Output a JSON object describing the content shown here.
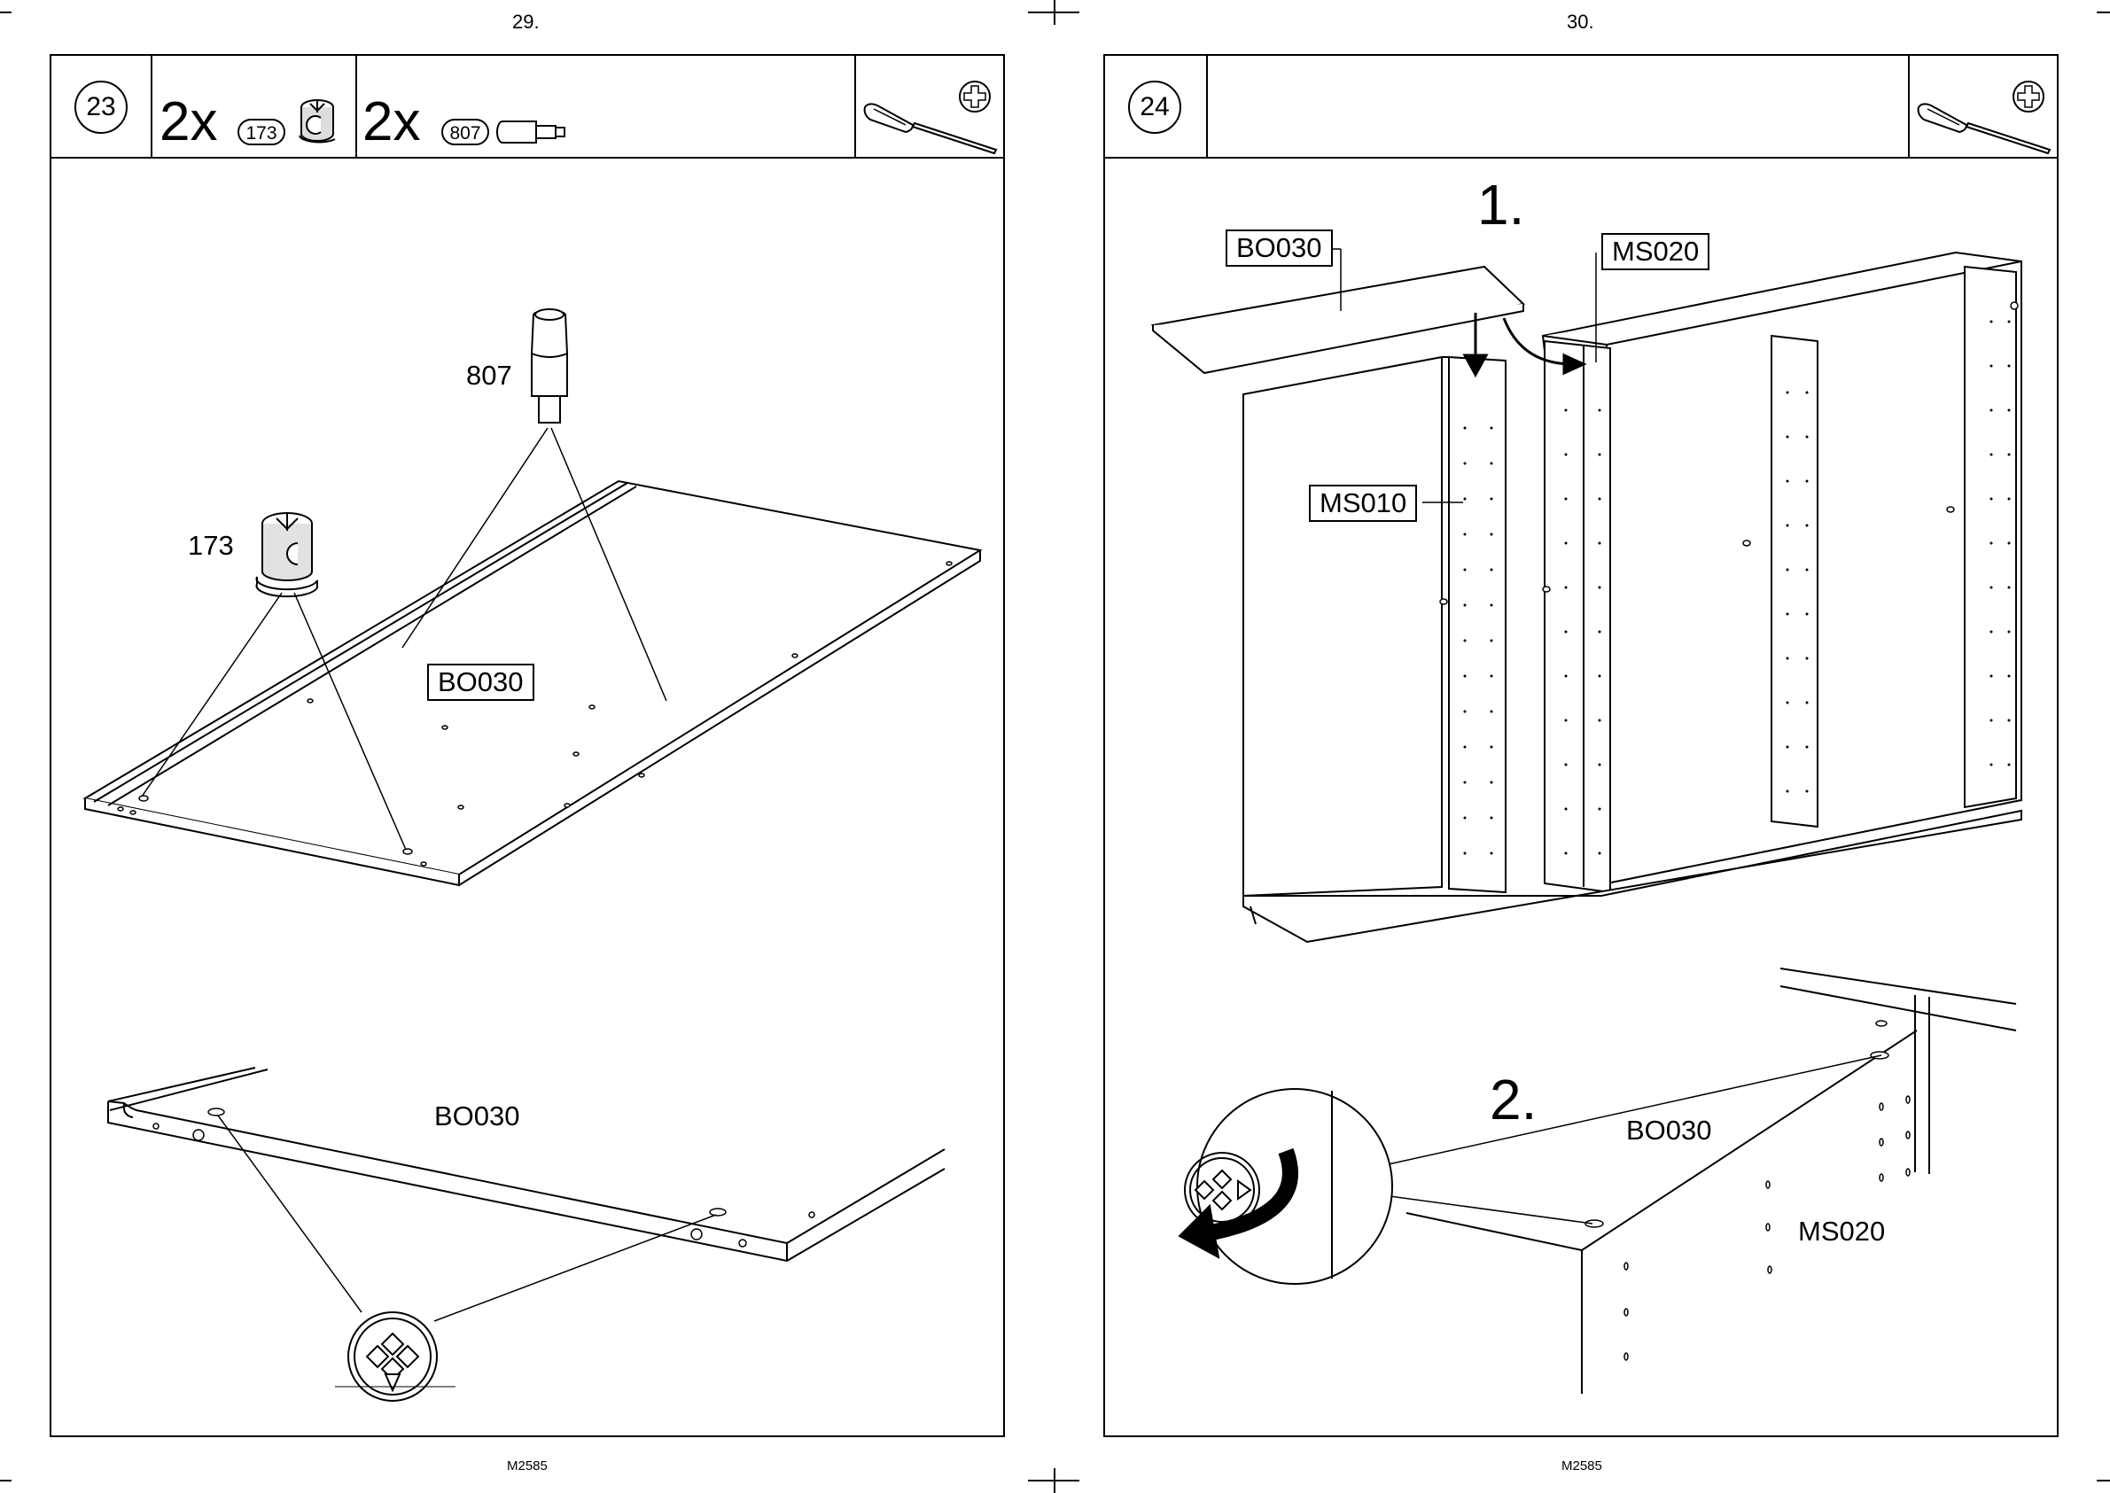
{
  "document": {
    "left_page": {
      "page_number": "29.",
      "footer_code": "M2585",
      "step_number": "23",
      "parts": [
        {
          "quantity": "2x",
          "part_id": "173"
        },
        {
          "quantity": "2x",
          "part_id": "807"
        }
      ],
      "labels": {
        "dowel": "807",
        "cam": "173",
        "board_box": "BO030",
        "board_detail": "BO030"
      },
      "tool_icon": "screwdriver-phillips-icon"
    },
    "right_page": {
      "page_number": "30.",
      "footer_code": "M2585",
      "step_number": "24",
      "substep_1": "1.",
      "substep_2": "2.",
      "labels": {
        "top_board": "BO030",
        "partition_right": "MS020",
        "partition_left": "MS010",
        "detail_board": "BO030",
        "detail_partition": "MS020"
      },
      "tool_icon": "screwdriver-phillips-icon"
    }
  }
}
